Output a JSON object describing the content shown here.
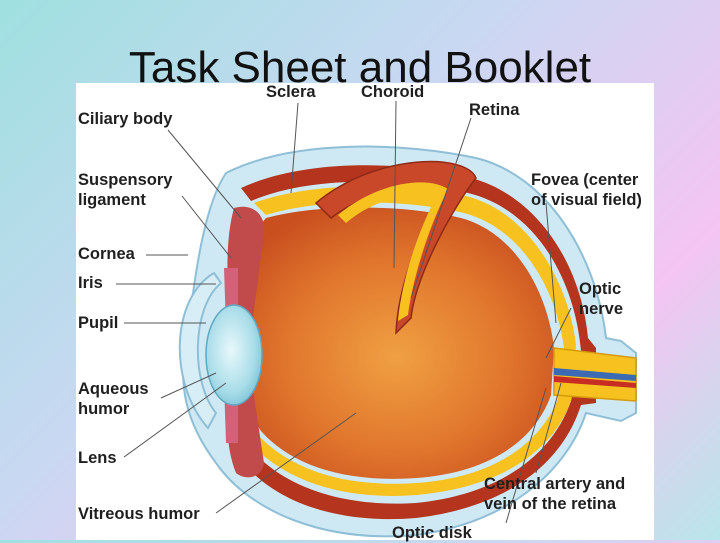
{
  "slide": {
    "title": "Task Sheet and Booklet"
  },
  "diagram": {
    "labels": {
      "sclera": "Sclera",
      "choroid": "Choroid",
      "retina": "Retina",
      "ciliary_body": "Ciliary body",
      "suspensory_ligament": "Suspensory\nligament",
      "cornea": "Cornea",
      "iris": "Iris",
      "pupil": "Pupil",
      "aqueous_humor": "Aqueous\nhumor",
      "lens": "Lens",
      "vitreous_humor": "Vitreous humor",
      "fovea": "Fovea (center\nof visual field)",
      "optic_nerve": "Optic\nnerve",
      "central_artery": "Central artery and\nvein of the retina",
      "optic_disk": "Optic disk"
    }
  }
}
